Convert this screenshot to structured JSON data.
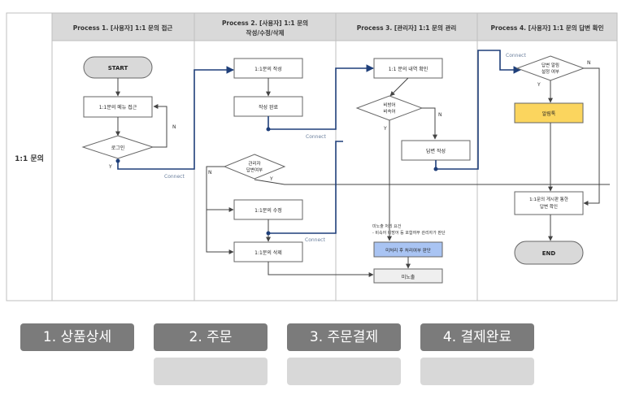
{
  "diagram": {
    "row_label": "1:1 문의",
    "columns": [
      {
        "title": "Process 1. [사용자] 1:1 문의 접근"
      },
      {
        "title_line1": "Process 2. [사용자] 1:1 문의",
        "title_line2": "작성/수정/삭제"
      },
      {
        "title": "Process 3. [관리자] 1:1 문의 관리"
      },
      {
        "title": "Process 4. [사용자] 1:1 문의 답변 확인"
      }
    ],
    "nodes": {
      "start": "START",
      "menu_access": "1:1문의 메뉴 접근",
      "login": "로그인",
      "write": "1:1문의 작성",
      "write_done": "작성 완료",
      "admin_answer_l1": "관리자",
      "admin_answer_l2": "답변여부",
      "edit": "1:1문의 수정",
      "delete": "1:1문의 삭제",
      "view_list": "1:1 문의 내역 확인",
      "abuse_l1": "비방어",
      "abuse_l2": "비속어",
      "answer_write": "답변 작성",
      "hide_condition_l1": "미노출 처리 요건",
      "hide_condition_l2": "- 비속어 비방어 등 포함여부 관리자가 판단",
      "hide_decide": "미처리 후 처리여부 판단",
      "hidden": "미노출",
      "noti_l1": "답변 알림",
      "noti_l2": "설정 여부",
      "alarm": "알림톡",
      "check_l1": "1:1문의 게시판 통한",
      "check_l2": "답변 확인",
      "end": "END"
    },
    "labels": {
      "y": "Y",
      "n": "N",
      "connect": "Connect"
    },
    "colors": {
      "header_bg": "#d9d9d9",
      "connector": "#1f3f7a",
      "alarm_fill": "#fbd55e",
      "decide_fill": "#a9c4f3",
      "hidden_fill": "#efefef"
    }
  },
  "steps": [
    {
      "label": "1. 상품상세"
    },
    {
      "label": "2. 주문"
    },
    {
      "label": "3. 주문결제"
    },
    {
      "label": "4. 결제완료"
    }
  ]
}
